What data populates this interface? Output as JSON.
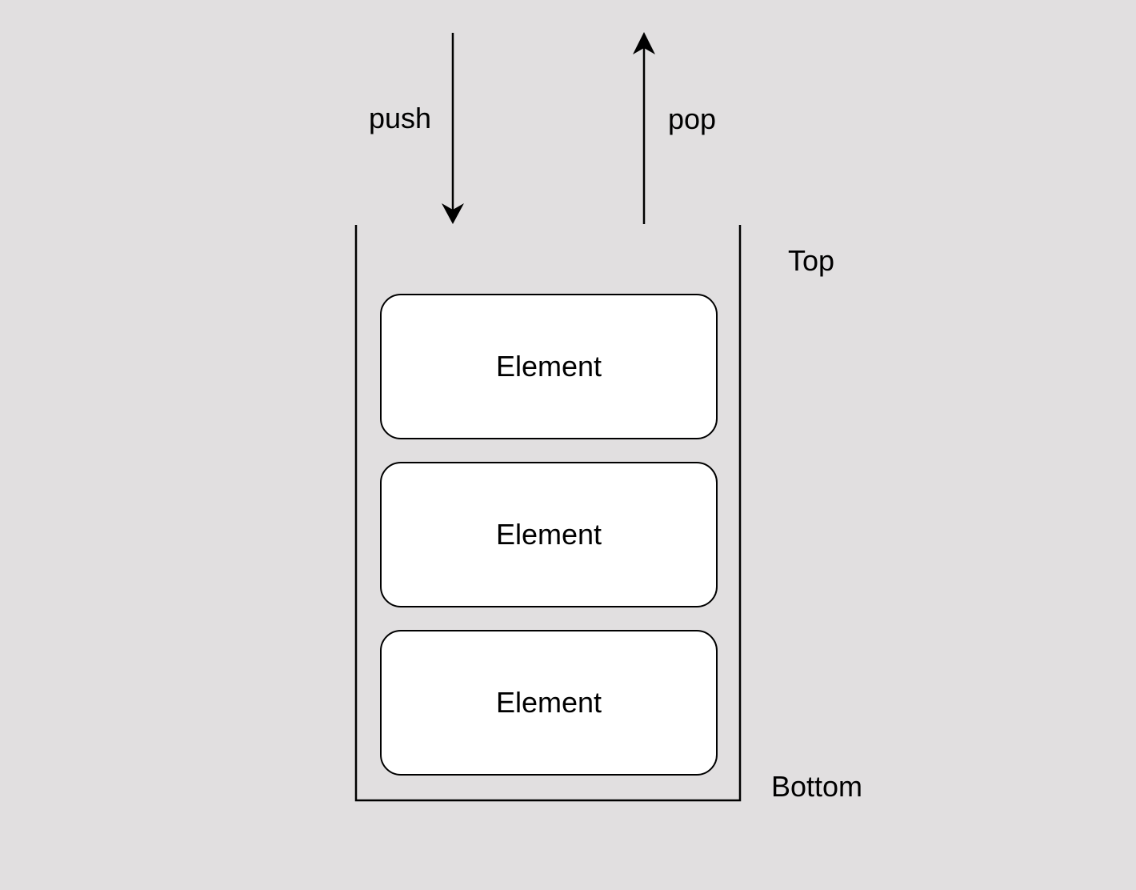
{
  "labels": {
    "push": "push",
    "pop": "pop",
    "top": "Top",
    "bottom": "Bottom"
  },
  "elements": [
    {
      "label": "Element"
    },
    {
      "label": "Element"
    },
    {
      "label": "Element"
    }
  ],
  "colors": {
    "background": "#e1dfe0",
    "stroke": "#000000",
    "box_fill": "#ffffff"
  }
}
